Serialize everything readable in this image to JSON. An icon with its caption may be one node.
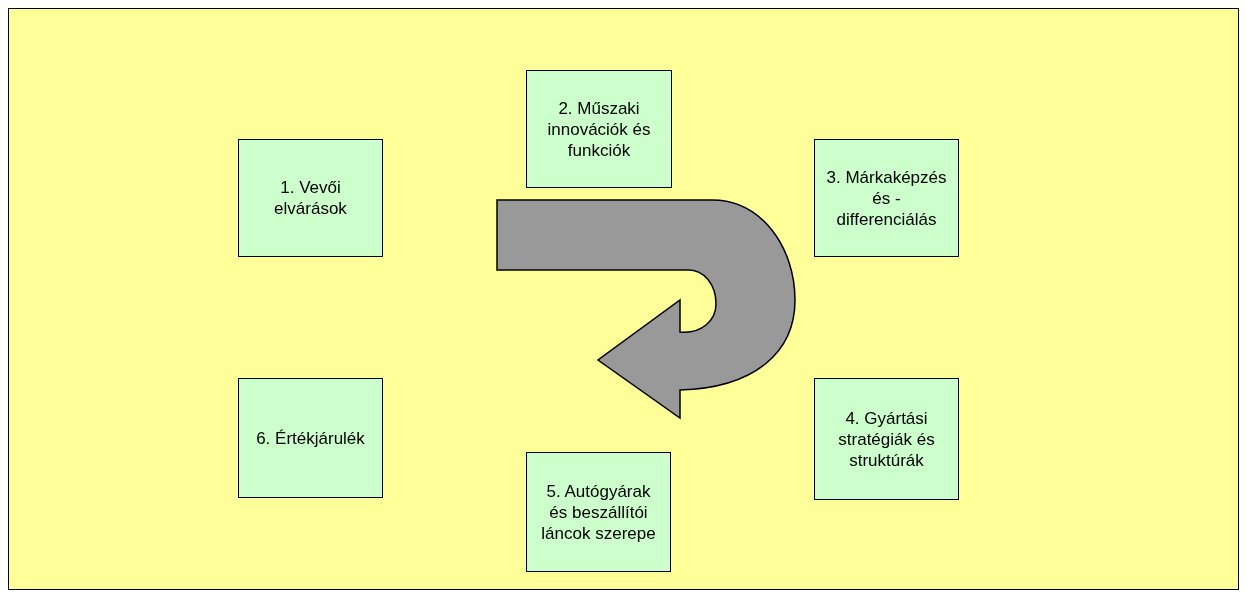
{
  "diagram": {
    "nodes": [
      {
        "text": [
          "1. Vevői elvárások"
        ]
      },
      {
        "text": [
          "2. Műszaki innovációk és funkciók"
        ]
      },
      {
        "text": [
          "3. Márkaképzés és -differenciálás"
        ]
      },
      {
        "text": [
          "4. Gyártási stratégiák és struktúrák"
        ]
      },
      {
        "text": [
          "5. Autógyárak és beszállítói láncok szerepe"
        ]
      },
      {
        "text": [
          "6. Értékjárulék"
        ]
      }
    ]
  }
}
